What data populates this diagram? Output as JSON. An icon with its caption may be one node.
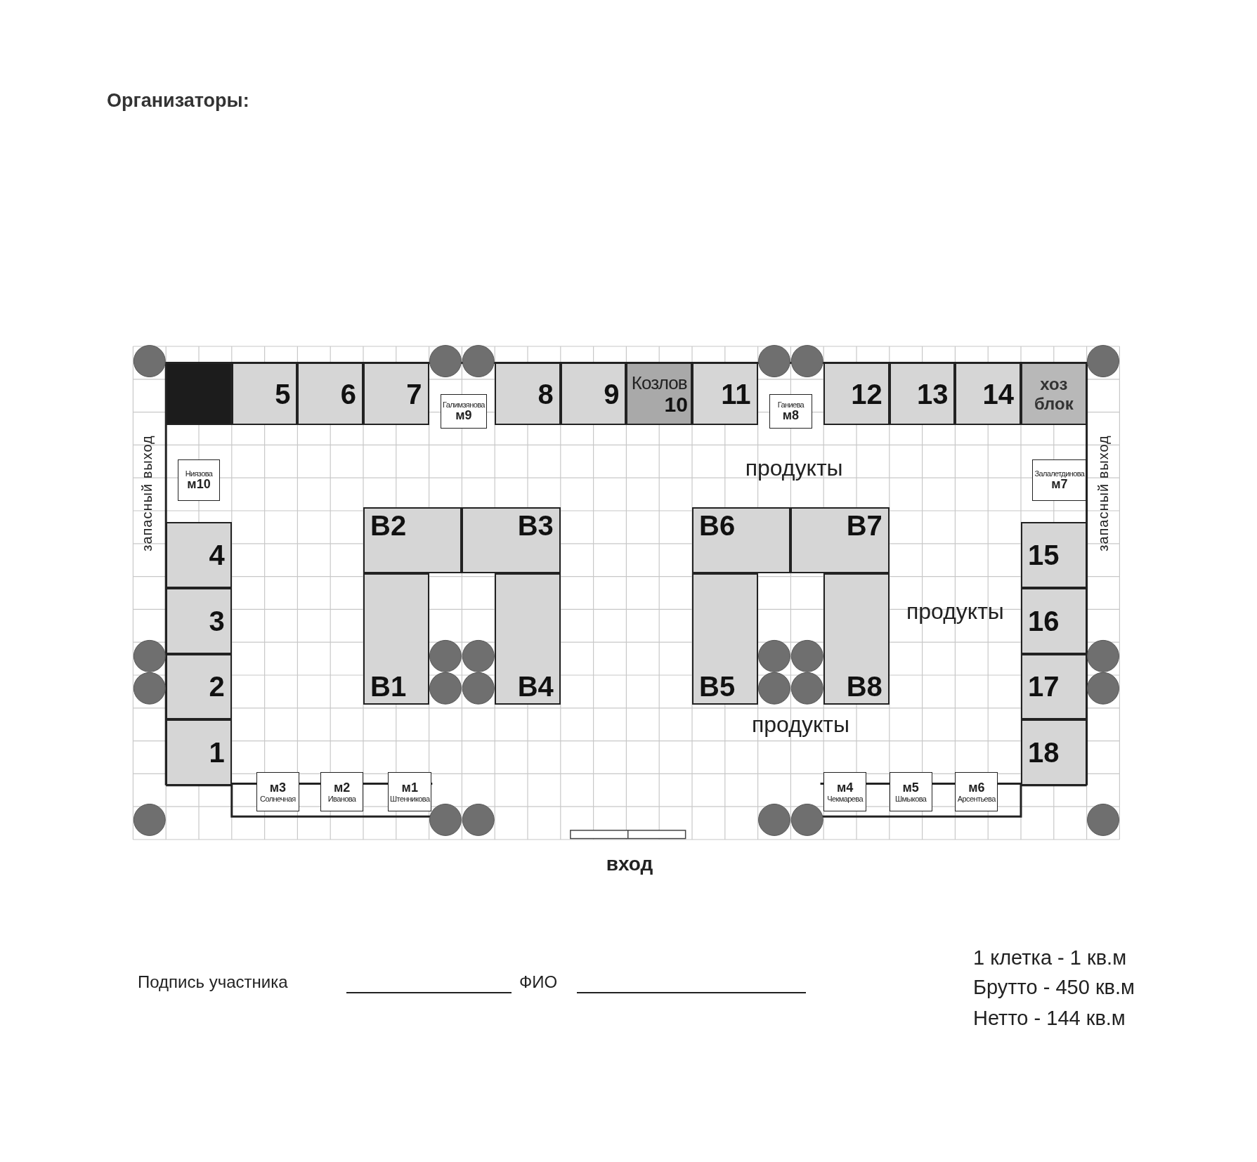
{
  "diagram": {
    "nodes": [
      {
        "text": [],
        "shape": "box"
      },
      {
        "text": [
          "5"
        ]
      },
      {
        "text": [
          "6"
        ]
      },
      {
        "text": [
          "7"
        ]
      },
      {
        "text": [
          "Галимзянова",
          "м9"
        ]
      },
      {
        "text": [
          "8"
        ]
      },
      {
        "text": [
          "9"
        ]
      },
      {
        "text": [
          "Козлов",
          "10"
        ]
      },
      {
        "text": [
          "11"
        ]
      },
      {
        "text": [
          "Ганиева",
          "м8"
        ]
      },
      {
        "text": [
          "12"
        ]
      },
      {
        "text": [
          "13"
        ]
      },
      {
        "text": [
          "14"
        ]
      },
      {
        "text": [
          "хоз блок"
        ]
      },
      {
        "text": [
          "Ниязова",
          "м10"
        ]
      },
      {
        "text": [
          "Залалетдинова",
          "м7"
        ]
      },
      {
        "text": [
          "В2"
        ]
      },
      {
        "text": [
          "В3"
        ]
      },
      {
        "text": [
          "В6"
        ]
      },
      {
        "text": [
          "В7"
        ]
      },
      {
        "text": [
          "4"
        ]
      },
      {
        "text": [
          "15"
        ]
      },
      {
        "text": [
          "3"
        ]
      },
      {
        "text": [
          "16"
        ]
      },
      {
        "text": [
          "В1"
        ]
      },
      {
        "text": [
          "В4"
        ]
      },
      {
        "text": [
          "В5"
        ]
      },
      {
        "text": [
          "В8"
        ]
      },
      {
        "text": [
          "2"
        ]
      },
      {
        "text": [
          "17"
        ]
      },
      {
        "text": [
          "1"
        ]
      },
      {
        "text": [
          "18"
        ]
      },
      {
        "text": [
          "м3",
          "Солнечная"
        ]
      },
      {
        "text": [
          "м2",
          "Иванова"
        ]
      },
      {
        "text": [
          "м1",
          "Штенникова"
        ]
      },
      {
        "text": [
          "м4",
          "Чекмарева"
        ]
      },
      {
        "text": [
          "м5",
          "Шмыкова"
        ]
      },
      {
        "text": [
          "м6",
          "Арсентьева"
        ]
      }
    ],
    "labels": [
      "Организаторы:",
      "запасный выход",
      "запасный выход",
      "продукты",
      "продукты",
      "продукты",
      "вход",
      "Подпись участника",
      "ФИО",
      "1 клетка - 1 кв.м",
      "Брутто - 450 кв.м",
      "Нетто - 144 кв.м"
    ]
  }
}
